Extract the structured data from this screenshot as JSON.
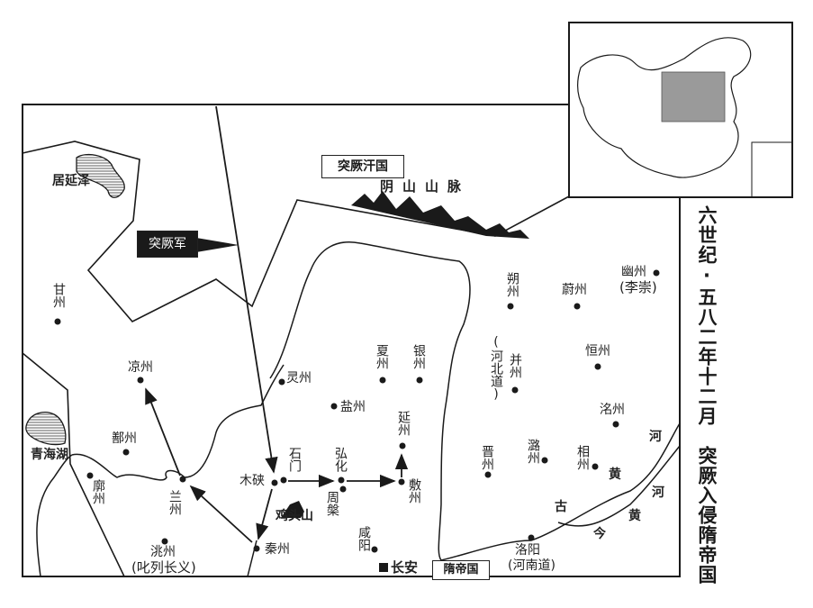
{
  "title": "六世纪·五八二年十二月　突厥入侵隋帝国",
  "regions": {
    "turk_khaganate": "突厥汗国",
    "sui_empire": "隋帝国",
    "turk_army": "突厥军"
  },
  "features": {
    "yinshan": "阴山山脉",
    "juyanze": "居延泽",
    "qinghai": "青海湖",
    "jitoushan": "鸡头山"
  },
  "rivers": {
    "old_he": "河",
    "old_huang": "黄",
    "old_gu": "古",
    "new_he": "河",
    "new_huang": "黄",
    "new_jin": "今"
  },
  "places": {
    "ganzhou": "甘州",
    "liangzhou": "凉州",
    "lingzhou": "灵州",
    "yanzhou_salt": "盐州",
    "xiazhou": "夏州",
    "yinzhou": "银州",
    "yanzhou": "延州",
    "shanzhou": "鄯州",
    "kuozhou": "廓州",
    "lanzhou": "兰州",
    "muxia": "木硖",
    "shimen": "石门",
    "honghua": "弘化",
    "zhoupan": "周槃",
    "fuzhou": "敷州",
    "qinzhou": "秦州",
    "xianyang": "咸阳",
    "taozhou": "洮州",
    "taozhou_note": "(叱列长义)",
    "changan": "长安",
    "shuozhou": "朔州",
    "weizhou": "蔚州",
    "youzhou": "幽州",
    "youzhou_note": "(李崇)",
    "hebeidao": "(河北道)",
    "bingzhou": "并州",
    "hengzhou": "恒州",
    "luozhou": "洺州",
    "jinzhou": "晋州",
    "luzhou": "潞州",
    "xiangzhou": "相州",
    "luoyang": "洛阳",
    "henandao": "(河南道)"
  },
  "colors": {
    "ink": "#1a1a1a",
    "inset_fill": "#9a9a9a"
  }
}
